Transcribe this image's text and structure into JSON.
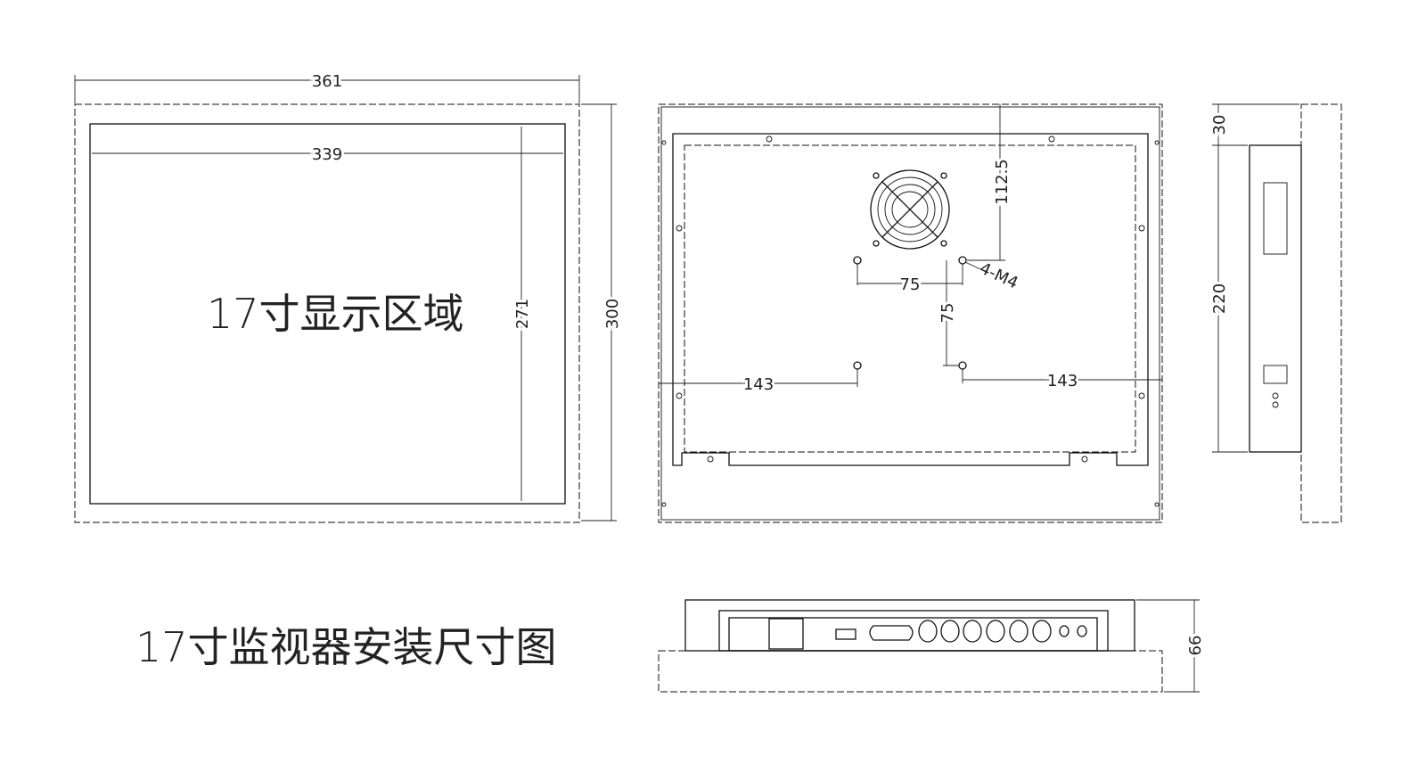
{
  "front_view": {
    "width_outer": "361",
    "width_display": "339",
    "height_display": "271",
    "height_outer": "300",
    "display_area_label": "17寸显示区域"
  },
  "back_view": {
    "fan_offset": "112.5",
    "screw_spec": "4-M4",
    "vesa_h": "75",
    "vesa_v": "75",
    "left_offset": "143",
    "right_offset": "143"
  },
  "side_view": {
    "bezel_depth": "30",
    "body_height": "220"
  },
  "bottom_view": {
    "depth": "66"
  },
  "title": "17寸监视器安装尺寸图"
}
